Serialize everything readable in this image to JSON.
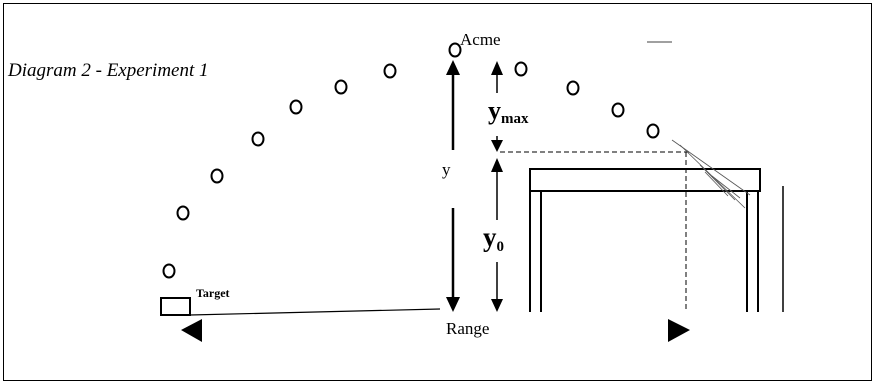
{
  "diagram": {
    "title": "Diagram 2 - Experiment 1",
    "labels": {
      "acme": "Acme",
      "y": "y",
      "range": "Range",
      "target": "Target",
      "ymax_main": "y",
      "ymax_sub": "max",
      "y0_main": "y",
      "y0_sub": "0"
    }
  }
}
